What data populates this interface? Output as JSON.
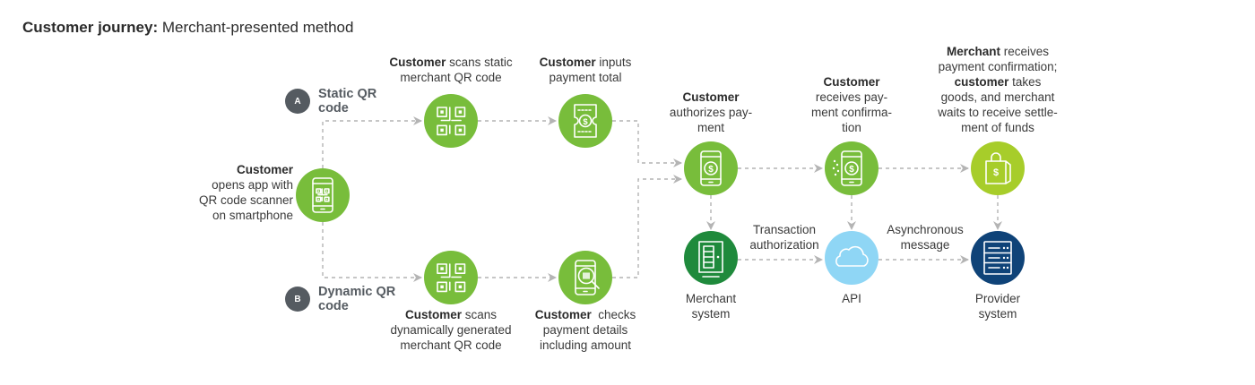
{
  "title": {
    "bold": "Customer journey:",
    "rest": " Merchant-presented method"
  },
  "colors": {
    "green": "#78bd3b",
    "lime": "#a7cd2a",
    "dark_green": "#1f8a3c",
    "light_blue": "#8fd6f5",
    "navy": "#0f4378",
    "badge": "#555b61",
    "connector": "#b4b4b4"
  },
  "branches": [
    {
      "badge": "A",
      "label": "Static QR code"
    },
    {
      "badge": "B",
      "label": "Dynamic QR code"
    }
  ],
  "nodes": [
    {
      "id": "start",
      "icon": "smartphone-qr-icon",
      "color": "green",
      "label_bold": "Customer",
      "label_lines": [
        "opens app with",
        "QR code scanner",
        "on smartphone"
      ]
    },
    {
      "id": "scan-static",
      "icon": "qr-code-icon",
      "color": "green",
      "label_bold": "Customer",
      "label_lines": [
        " scans static",
        "merchant QR code"
      ]
    },
    {
      "id": "input-total",
      "icon": "receipt-dollar-icon",
      "color": "green",
      "label_bold": "Customer",
      "label_lines": [
        " inputs",
        "payment total"
      ]
    },
    {
      "id": "scan-dynamic",
      "icon": "qr-code-icon",
      "color": "green",
      "label_bold": "Customer",
      "label_lines": [
        " scans",
        "dynamically generated",
        "merchant QR code"
      ]
    },
    {
      "id": "check-details",
      "icon": "phone-search-icon",
      "color": "green",
      "label_bold": "Customer",
      "label_lines": [
        "  checks",
        "payment details",
        "including amount"
      ]
    },
    {
      "id": "authorize",
      "icon": "phone-dollar-icon",
      "color": "green",
      "label_bold": "Customer",
      "label_lines": [
        "authorizes pay-",
        "ment"
      ]
    },
    {
      "id": "receive-confirmation",
      "icon": "phone-dollar-sparkle-icon",
      "color": "green",
      "label_bold": "Customer",
      "label_lines": [
        "receives pay-",
        "ment confirma-",
        "tion"
      ]
    },
    {
      "id": "merchant-receives",
      "icon": "shopping-bag-dollar-icon",
      "color": "lime",
      "label_parts": [
        {
          "b": "Merchant",
          "t": " receives"
        },
        {
          "b": "",
          "t": "payment confirmation;"
        },
        {
          "b": "customer",
          "t": " takes"
        },
        {
          "b": "",
          "t": "goods, and merchant"
        },
        {
          "b": "",
          "t": "waits to receive settle-"
        },
        {
          "b": "",
          "t": "ment of funds"
        }
      ]
    },
    {
      "id": "merchant-system",
      "icon": "pos-terminal-icon",
      "color": "dark_green",
      "label_lines": [
        "Merchant",
        "system"
      ]
    },
    {
      "id": "api",
      "icon": "cloud-icon",
      "color": "light_blue",
      "label_lines": [
        "API"
      ]
    },
    {
      "id": "provider-system",
      "icon": "server-icon",
      "color": "navy",
      "label_lines": [
        "Provider",
        "system"
      ]
    }
  ],
  "edge_labels": [
    {
      "from": "merchant-system",
      "to": "api",
      "lines": [
        "Transaction",
        "authorization"
      ]
    },
    {
      "from": "api",
      "to": "provider-system",
      "lines": [
        "Asynchronous",
        "message"
      ]
    }
  ]
}
